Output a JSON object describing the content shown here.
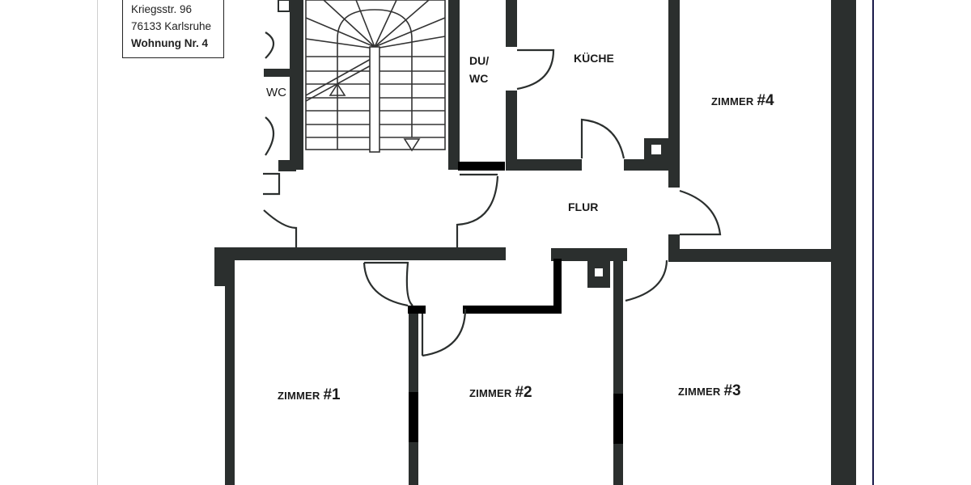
{
  "document": {
    "type": "floor-plan",
    "address": {
      "street": "Kriegsstr. 96",
      "city": "76133 Karlsruhe",
      "unit": "Wohnung Nr. 4"
    },
    "rooms": [
      {
        "id": "wc-left",
        "label": "WC",
        "number": ""
      },
      {
        "id": "du-wc",
        "label": "DU/",
        "label_line2": "WC",
        "number": ""
      },
      {
        "id": "kueche",
        "label": "KÜCHE",
        "number": ""
      },
      {
        "id": "zimmer-4",
        "label": "ZIMMER",
        "number": "#4"
      },
      {
        "id": "flur",
        "label": "FLUR",
        "number": ""
      },
      {
        "id": "zimmer-1",
        "label": "ZIMMER",
        "number": "#1"
      },
      {
        "id": "zimmer-2",
        "label": "ZIMMER",
        "number": "#2"
      },
      {
        "id": "zimmer-3",
        "label": "ZIMMER",
        "number": "#3"
      }
    ],
    "colors": {
      "wall": "#2b2f2e",
      "new_wall": "#000000",
      "background": "#ffffff",
      "border_right": "#1a1a4a"
    }
  }
}
